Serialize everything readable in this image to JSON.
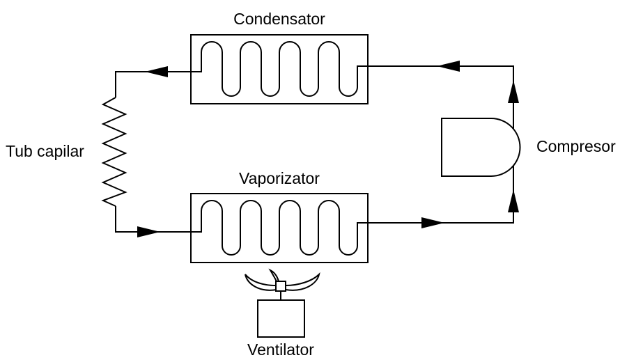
{
  "labels": {
    "condenser": "Condensator",
    "evaporator": "Vaporizator",
    "capillary_tube": "Tub capilar",
    "compressor": "Compresor",
    "fan": "Ventilator"
  },
  "colors": {
    "line": "#000000",
    "background": "#ffffff"
  }
}
